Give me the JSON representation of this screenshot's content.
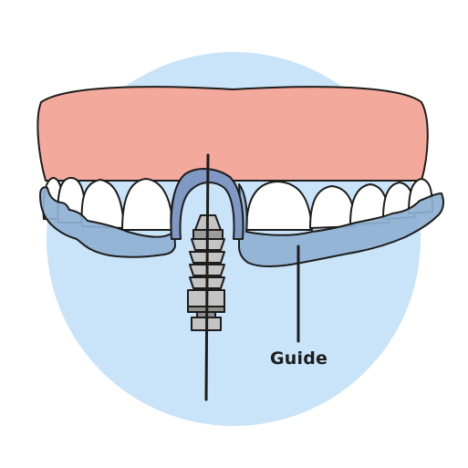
{
  "diagram": {
    "annotation": {
      "text": "Guide"
    },
    "colors": {
      "background_circle": "#c9e3f9",
      "gum": "#f4a99d",
      "tooth": "#ffffff",
      "guide_fill": "#8fb1d2",
      "guide_dark": "#7f98c4",
      "implant_metal": "#c4c4c4",
      "implant_shadow": "#8e8e8e",
      "outline": "#1d1d1b"
    },
    "icons": [
      "gum-shape",
      "teeth-row",
      "surgical-guide",
      "dental-implant-icon",
      "drill-axis-line",
      "leader-line"
    ]
  }
}
